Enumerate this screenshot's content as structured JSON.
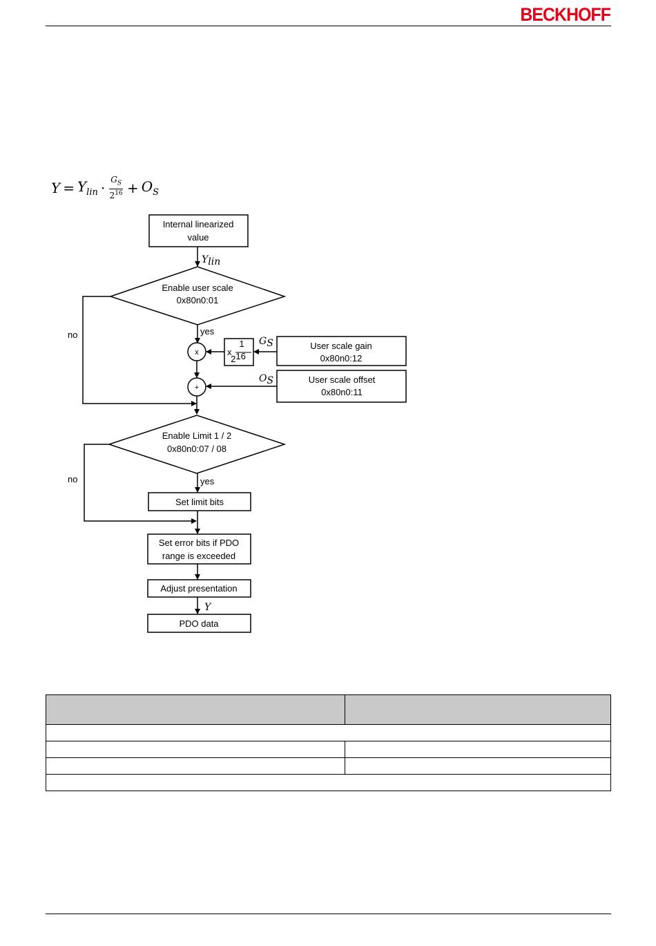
{
  "header": {
    "logo": "BECKHOFF"
  },
  "formula": {
    "lhs": "Y",
    "eq": "=",
    "ylin": "Y",
    "ylin_sub": "lin",
    "dot": "·",
    "gs": "G",
    "gs_sub": "S",
    "den": "2",
    "den_sup": "16",
    "plus": "+",
    "os": "O",
    "os_sub": "S"
  },
  "flowchart": {
    "start_line1": "Internal linearized",
    "start_line2": "value",
    "ylin_label": "Y",
    "ylin_sub": "lin",
    "decision1_line1": "Enable user scale",
    "decision1_line2": "0x80n0:01",
    "no1": "no",
    "yes1": "yes",
    "multiply": "x",
    "factor_x": "x",
    "factor_num": "1",
    "factor_den": "2",
    "factor_den_sup": "16",
    "gs_label": "G",
    "gs_sub": "S",
    "gain_line1": "User scale gain",
    "gain_line2": "0x80n0:12",
    "add": "+",
    "os_label": "O",
    "os_sub": "S",
    "offset_line1": "User scale offset",
    "offset_line2": "0x80n0:11",
    "decision2_line1": "Enable Limit 1 / 2",
    "decision2_line2": "0x80n0:07 / 08",
    "no2": "no",
    "yes2": "yes",
    "limit_bits": "Set limit bits",
    "error_line1": "Set error bits if PDO",
    "error_line2": "range is exceeded",
    "adjust": "Adjust presentation",
    "y_label": "Y",
    "pdo": "PDO data"
  }
}
